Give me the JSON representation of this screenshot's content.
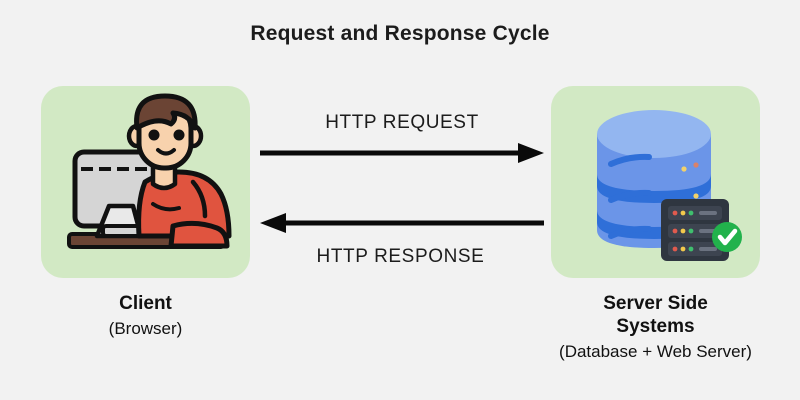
{
  "diagram": {
    "title": "Request and Response Cycle",
    "background_color": "#f2f2f2",
    "card_color": "#d2e9c4",
    "text_color": "#1c1c1c"
  },
  "nodes": [
    {
      "id": "client",
      "icon": "person-at-computer-icon",
      "title": "Client",
      "subtitle": "(Browser)",
      "colors": {
        "skin": "#f8d2ad",
        "hair": "#6b4434",
        "shirt": "#e0543f",
        "monitor": "#d5d5d5",
        "desk": "#6b4434"
      }
    },
    {
      "id": "server",
      "icon": "database-server-icon",
      "title_line1": "Server Side",
      "title_line2": "Systems",
      "subtitle": "(Database + Web Server)",
      "colors": {
        "db_top": "#93b6f0",
        "db_body": "#6b95e8",
        "db_band": "#2f6fd8",
        "rack": "#2f3640",
        "check_badge": "#22b24c"
      }
    }
  ],
  "flows": [
    {
      "id": "request",
      "label": "HTTP REQUEST",
      "direction": "right",
      "color": "#0a0a0a"
    },
    {
      "id": "response",
      "label": "HTTP RESPONSE",
      "direction": "left",
      "color": "#0a0a0a"
    }
  ]
}
